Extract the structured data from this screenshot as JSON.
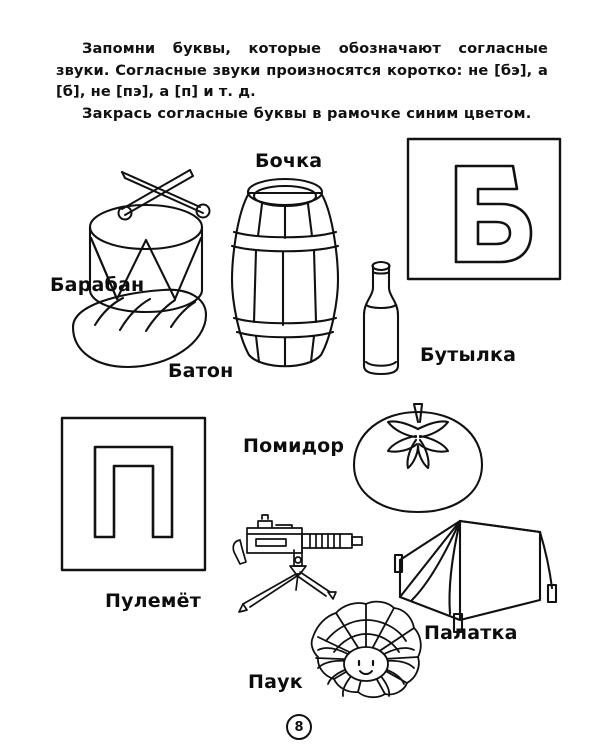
{
  "page": {
    "number": "8",
    "language": "ru",
    "ink_color": "#111111",
    "paper_color": "#ffffff"
  },
  "instructions": {
    "paragraph_1": "Запомни буквы, которые обозначают согласные звуки. Согласные звуки произносятся коротко: не [бэ], а [б], не [пэ], а [п] и т. д.",
    "paragraph_2": "Закрась согласные буквы в рамочке синим цветом."
  },
  "letter_boxes": [
    {
      "name": "letter-box-b",
      "letter": "Б"
    },
    {
      "name": "letter-box-p",
      "letter": "П"
    }
  ],
  "pictures": [
    {
      "id": "drum",
      "label": "Барабан",
      "letter": "Б"
    },
    {
      "id": "barrel",
      "label": "Бочка",
      "letter": "Б"
    },
    {
      "id": "loaf",
      "label": "Батон",
      "letter": "Б"
    },
    {
      "id": "bottle",
      "label": "Бутылка",
      "letter": "Б"
    },
    {
      "id": "tomato",
      "label": "Помидор",
      "letter": "П"
    },
    {
      "id": "machine-gun",
      "label": "Пулемёт",
      "letter": "П"
    },
    {
      "id": "tent",
      "label": "Палатка",
      "letter": "П"
    },
    {
      "id": "spider",
      "label": "Паук",
      "letter": "П"
    }
  ]
}
